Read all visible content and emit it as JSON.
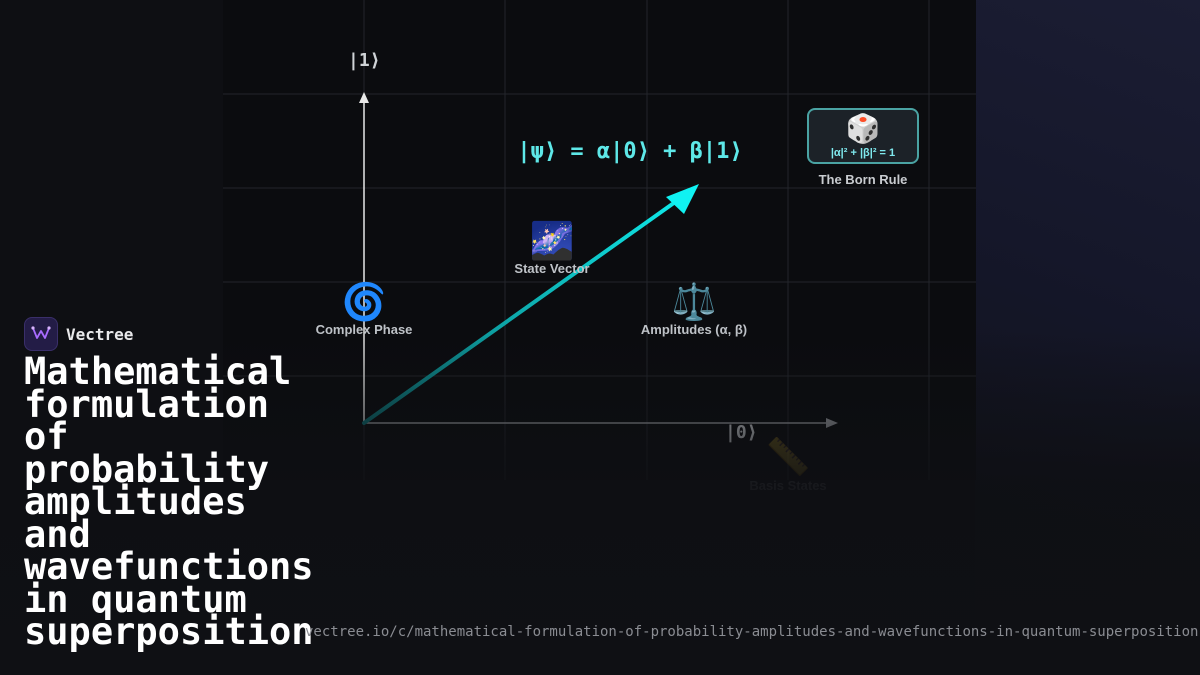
{
  "brand": {
    "name": "Vectree"
  },
  "title": "Mathematical formulation of probability amplitudes and wavefunctions in quantum superposition",
  "url": "vectree.io/c/mathematical-formulation-of-probability-amplitudes-and-wavefunctions-in-quantum-superposition",
  "diagram": {
    "y_axis_label": "|1⟩",
    "x_axis_label": "|0⟩",
    "equation": "|ψ⟩ = α|0⟩ + β|1⟩",
    "born_rule": {
      "formula": "|α|² + |β|² = 1",
      "label": "The Born Rule",
      "icon": "dice-icon"
    },
    "nodes": [
      {
        "label": "State Vector",
        "icon": "galaxy-icon"
      },
      {
        "label": "Complex Phase",
        "icon": "spiral-icon"
      },
      {
        "label": "Amplitudes (α, β)",
        "icon": "balance-scale-icon"
      },
      {
        "label": "Basis States",
        "icon": "ruler-icon"
      }
    ]
  },
  "colors": {
    "accent": "#00e5e5",
    "background": "#0e0f13",
    "brand": "#7b3fe4"
  }
}
